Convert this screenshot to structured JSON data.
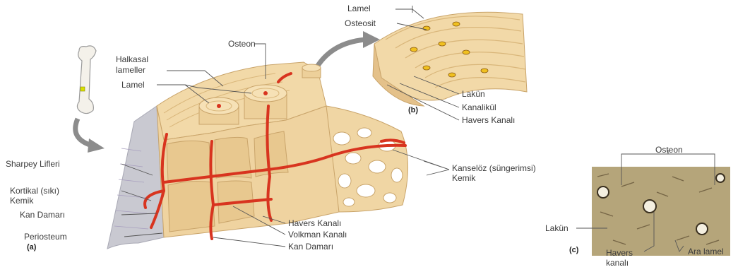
{
  "labels": {
    "lamel_top": "Lamel",
    "osteosit": "Osteosit",
    "osteon_main": "Osteon",
    "halkasal": "Halkasal",
    "lameller": "lameller",
    "lamel_main": "Lamel",
    "sharpey": "Sharpey Lifleri",
    "kortikal_1": "Kortikal (sıkı)",
    "kortikal_2": "Kemik",
    "kan_damari_left": "Kan Damarı",
    "periosteum": "Periosteum",
    "panel_a": "(a)",
    "havers_main": "Havers Kanalı",
    "volkman": "Volkman Kanalı",
    "kan_damari_bottom": "Kan Damarı",
    "kanseloz_1": "Kanselöz (süngerimsi)",
    "kanseloz_2": "Kemik",
    "panel_b": "(b)",
    "lakun_b": "Lakün",
    "kanalikul": "Kanalikül",
    "havers_b": "Havers Kanalı",
    "osteon_c": "Osteon",
    "lakun_c": "Lakün",
    "panel_c": "(c)",
    "havers_c_1": "Havers",
    "havers_c_2": "kanalı",
    "ara_lamel": "Ara lamel"
  },
  "colors": {
    "bone": "#f2d9a8",
    "bone_dark": "#d9b67a",
    "vessel": "#d8341f",
    "periosteum": "#c9c9d1",
    "osteocyte": "#f0c020",
    "micro_bg": "#b5a57a",
    "arrow": "#8c8c8c"
  }
}
